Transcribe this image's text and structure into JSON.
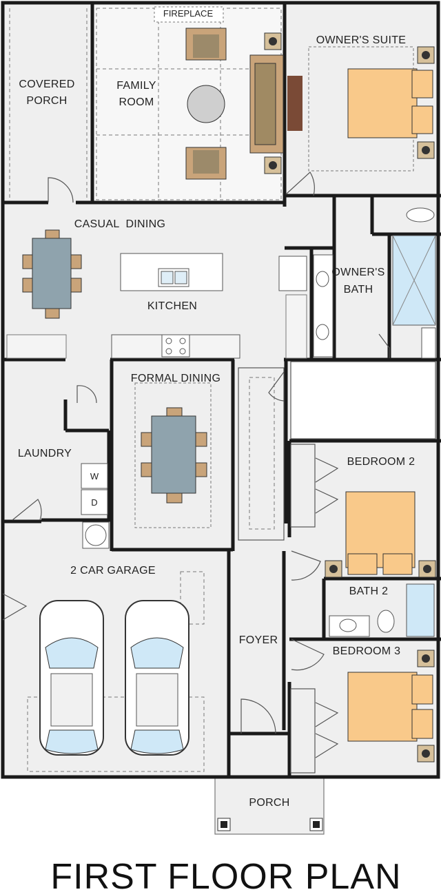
{
  "rooms": {
    "fireplace": "FIREPLACE",
    "covered_porch_1": "COVERED",
    "covered_porch_2": "PORCH",
    "family_room_1": "FAMILY",
    "family_room_2": "ROOM",
    "owners_suite": "OWNER'S SUITE",
    "casual_dining": "CASUAL  DINING",
    "kitchen": "KITCHEN",
    "owners_bath_1": "OWNER'S",
    "owners_bath_2": "BATH",
    "formal_dining": "FORMAL DINING",
    "laundry": "LAUNDRY",
    "washer": "W",
    "dryer": "D",
    "bedroom_2": "BEDROOM 2",
    "bath_2": "BATH 2",
    "garage": "2 CAR GARAGE",
    "foyer": "FOYER",
    "bedroom_3": "BEDROOM 3",
    "porch": "PORCH"
  },
  "title": "FIRST FLOOR PLAN",
  "colors": {
    "floor": "#efefef",
    "tile": "#f7f7f7",
    "bed": "#f9c98a",
    "table": "#8fa3ad",
    "chair": "#c9a47a",
    "sofa": "#a08a63",
    "tv": "#7a4a36",
    "shower": "#cfe8f7",
    "car_glass": "#cfe8f7"
  }
}
